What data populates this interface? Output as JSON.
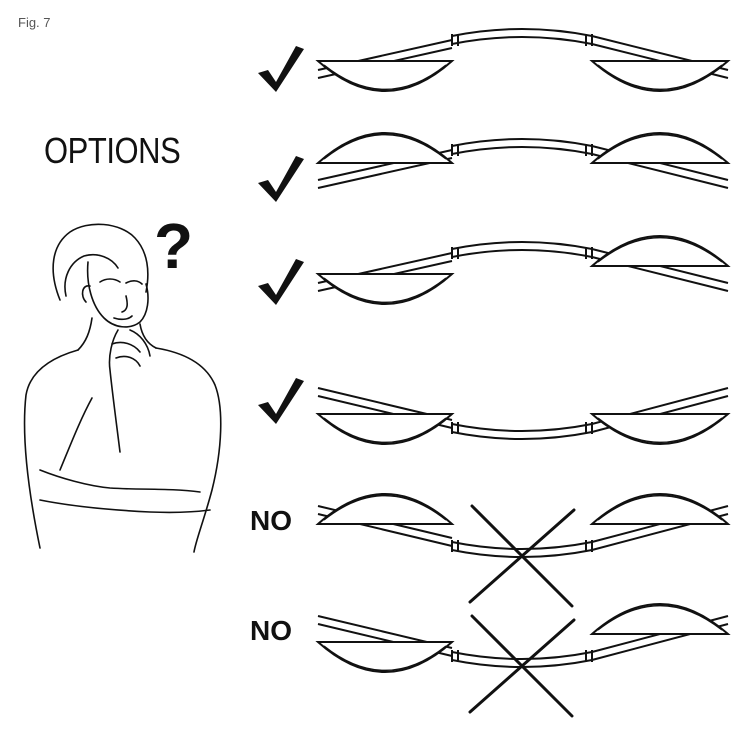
{
  "figure": {
    "label": "Fig. 7"
  },
  "title": "OPTIONS",
  "question_mark": "?",
  "rows": [
    {
      "verdict": "check",
      "left_cup": "down",
      "right_cup": "down",
      "curve": "arch"
    },
    {
      "verdict": "check",
      "left_cup": "up",
      "right_cup": "up",
      "curve": "arch"
    },
    {
      "verdict": "check",
      "left_cup": "down",
      "right_cup": "up",
      "curve": "arch"
    },
    {
      "verdict": "check",
      "left_cup": "down",
      "right_cup": "down",
      "curve": "sag"
    },
    {
      "verdict": "NO",
      "left_cup": "up",
      "right_cup": "up",
      "curve": "sag",
      "crossed": true
    },
    {
      "verdict": "NO",
      "left_cup": "down",
      "right_cup": "up",
      "curve": "sag",
      "crossed": true
    }
  ]
}
